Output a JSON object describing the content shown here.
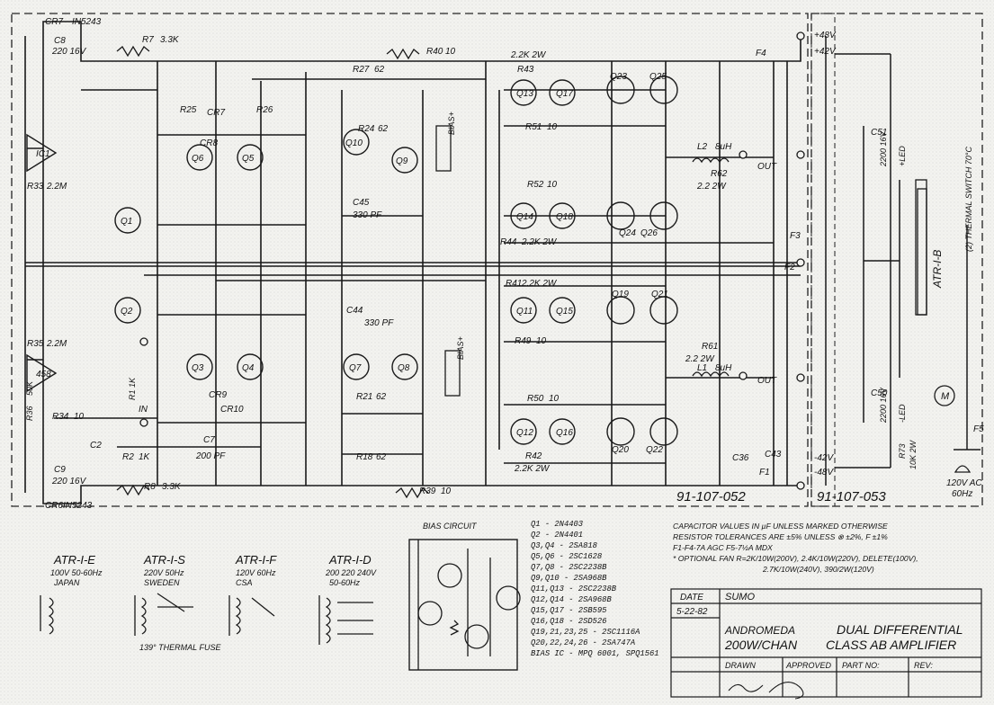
{
  "schematic": {
    "left_board_labels": {
      "cr7": "CR7",
      "in5243_top": "IN5243",
      "c8": "C8",
      "c8_val": "220 16V",
      "r7": "R7",
      "r7_val": "3.3K",
      "r40": "R40",
      "r40_val": "10",
      "r27": "R27",
      "r27_val": "62",
      "r43": "R43",
      "r43_val": "2.2K 2W",
      "q13": "Q13",
      "q17": "Q17",
      "q23": "Q23",
      "q25": "Q25",
      "r51": "R51",
      "r51_val": "10",
      "f4": "F4",
      "q6": "Q6",
      "q5": "Q5",
      "q10": "Q10",
      "q9": "Q9",
      "r24": "R24",
      "r24_val": "62",
      "r25": "R25",
      "r26": "R26",
      "cr7b": "CR7",
      "cr8": "CR8",
      "c45": "C45",
      "c45_val": "330 PF",
      "bias_top": "BIAS+",
      "l2": "L2",
      "l2_val": "8uH",
      "r62": "R62",
      "r62_val": "2.2 2W",
      "out_top": "OUT",
      "q14": "Q14",
      "q18": "Q18",
      "q24": "Q24",
      "q26": "Q26",
      "r44": "R44",
      "r44_val": "2.2K 2W",
      "r52": "R52",
      "r52_val": "10",
      "ic1": "IC1",
      "r33": "R33",
      "r33_val": "2.2M",
      "q1": "Q1",
      "q2": "Q2",
      "q3": "Q3",
      "q4": "Q4",
      "q7": "Q7",
      "q8": "Q8",
      "q11": "Q11",
      "q15": "Q15",
      "q19": "Q19",
      "q21": "Q21",
      "r41": "R41",
      "r41_val": "2.2K 2W",
      "r49": "R49",
      "r49_val": "10",
      "c44": "C44",
      "c44_val": "330 PF",
      "bias_bot": "BIAS+",
      "l1": "L1",
      "l1_val": "8uH",
      "r61": "R61",
      "r61_val": "2.2 2W",
      "out_bot": "OUT",
      "r35": "R35",
      "r35_val": "2.2M",
      "ic2": "458",
      "r34": "R34",
      "r34_val": "10",
      "r36": "R36",
      "r36_val": "50K",
      "in": "IN",
      "r1": "R1 1K",
      "cr9": "CR9",
      "cr10": "CR10",
      "r21": "R21",
      "r21_val": "62",
      "r50": "R50",
      "r50_val": "10",
      "q12": "Q12",
      "q16": "Q16",
      "q20": "Q20",
      "q22": "Q22",
      "r42": "R42",
      "r42_val": "2.2K 2W",
      "c36": "C36",
      "c43": "C43",
      "f1": "F1",
      "c7": "C7",
      "c7_val": "200 PF",
      "r2": "R2",
      "r2_val": "1K",
      "r18": "R18",
      "r18_val": "62",
      "c2": "C2",
      "c9": "C9",
      "c9_val": "220 16V",
      "r8": "R8",
      "r8_val": "3.3K",
      "r39": "R39",
      "r39_val": "10",
      "cr6": "CR6",
      "in5243_bot": "IN5243",
      "board_left_no": "91-107-052"
    },
    "right_board_labels": {
      "plus48": "+48V",
      "plus42": "+42V",
      "minus42": "-42V",
      "minus48": "-48V",
      "atr_b": "ATR-I-B",
      "thermal_switch": "(2) THERMAL SWITCH 70°C",
      "c51": "C51",
      "c51_val": "2200 16V",
      "plus_led": "+LED",
      "c50": "C50",
      "c50_val": "2200 16V",
      "minus_led": "-LED",
      "r73": "R73",
      "r73_val": "10K 2W",
      "f3": "F3",
      "f2": "F2",
      "f5": "F5",
      "fan": "M",
      "mains": "120V AC",
      "mains_hz": "60Hz",
      "board_right_no": "91-107-053"
    },
    "transformers": [
      {
        "name": "ATR-I-E",
        "spec": "100V 50-60Hz",
        "region": "JAPAN"
      },
      {
        "name": "ATR-I-S",
        "spec": "220V 50Hz",
        "region": "SWEDEN"
      },
      {
        "name": "ATR-I-F",
        "spec": "120V 60Hz",
        "region": "CSA"
      },
      {
        "name": "ATR-I-D",
        "spec": "200 220 240V",
        "region": "50-60Hz"
      }
    ],
    "thermal_fuse": "139° THERMAL FUSE",
    "bias_circuit_title": "BIAS CIRCUIT",
    "semiconductors": [
      "Q1 - 2N4403",
      "Q2 - 2N4401",
      "Q3,Q4 - 2SA818",
      "Q5,Q6 - 2SC1628",
      "Q7,Q8 - 2SC2238B",
      "Q9,Q10 - 2SA968B",
      "Q11,Q13 - 2SC2238B",
      "Q12,Q14 - 2SA968B",
      "Q15,Q17 - 2SB595",
      "Q16,Q18 - 2SD526",
      "Q19,21,23,25 - 2SC1116A",
      "Q20,22,24,26 - 2SA747A",
      "BIAS IC - MPQ 6001, SPQ1561"
    ],
    "notes": [
      "CAPACITOR VALUES IN µF UNLESS MARKED OTHERWISE",
      "RESISTOR TOLERANCES ARE ±5% UNLESS ⊗ ±2%, F ±1%",
      "F1-F4-7A AGC    F5-7½A MDX",
      "* OPTIONAL FAN  R=2K/10W(200V), 2.4K/10W(220V), DELETE(100V),",
      "2.7K/10W(240V), 390/2W(120V)"
    ],
    "title_block": {
      "date_label": "DATE",
      "date": "5-22-82",
      "company": "SUMO",
      "product": "ANDROMEDA",
      "power": "200W/CHAN",
      "title1": "DUAL DIFFERENTIAL",
      "title2": "CLASS AB AMPLIFIER",
      "drawn_label": "DRAWN",
      "approved_label": "APPROVED",
      "part_label": "PART NO:",
      "rev_label": "REV:"
    }
  }
}
